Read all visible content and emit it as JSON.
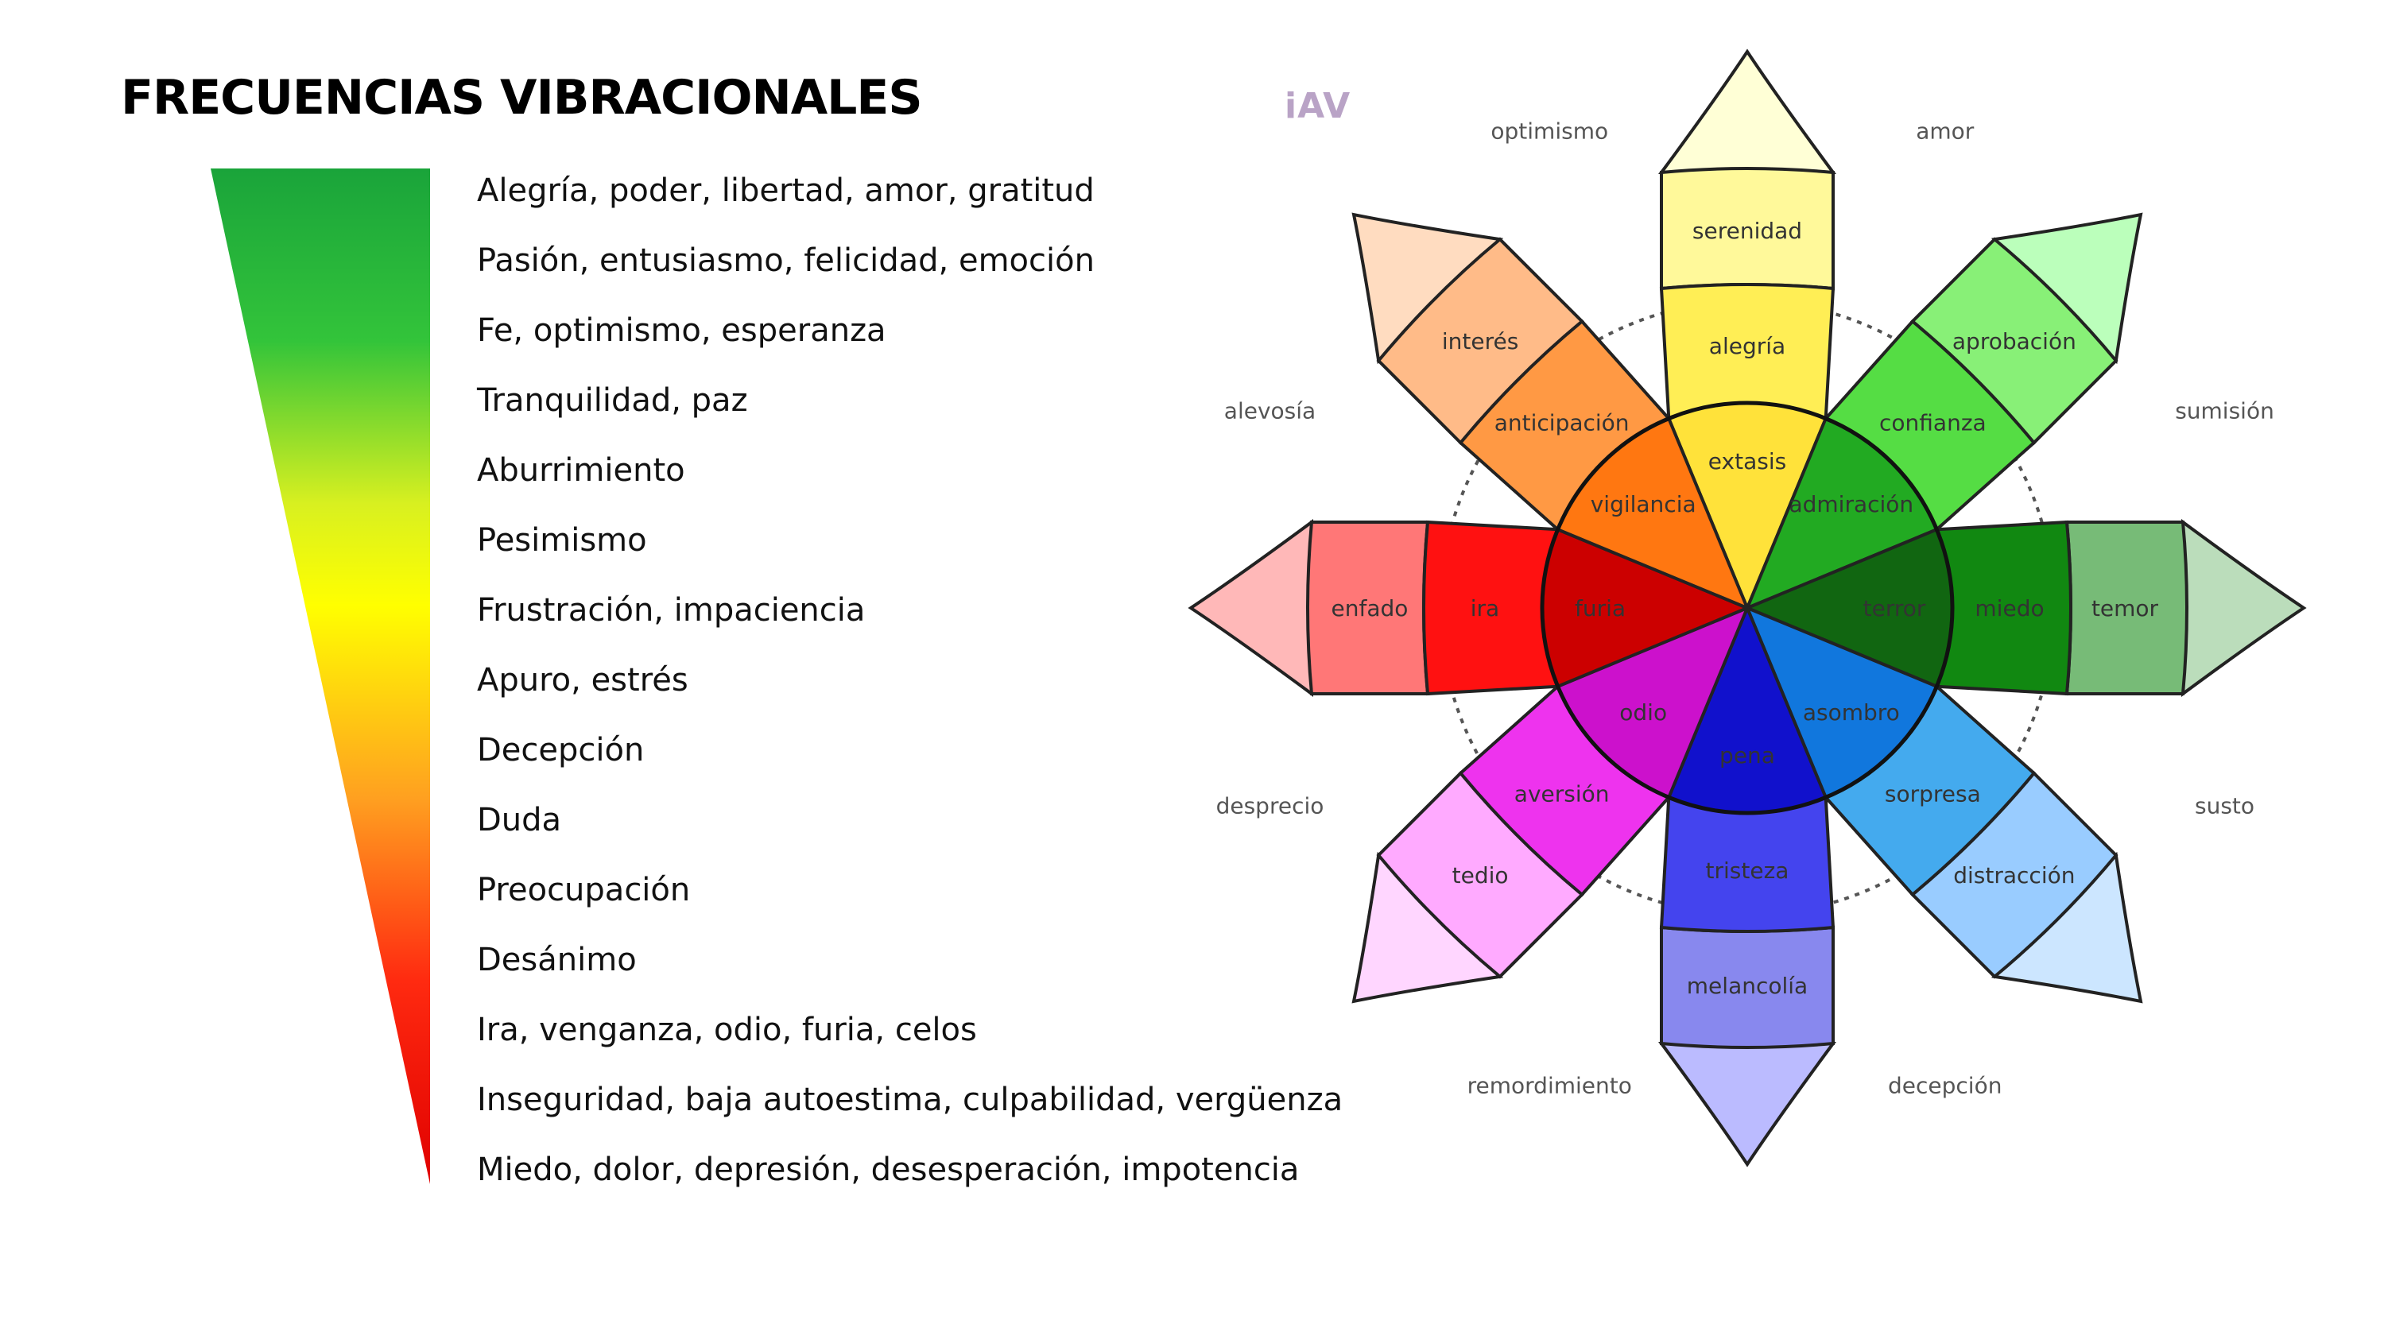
{
  "title": "FRECUENCIAS VIBRACIONALES",
  "logo_text": "iAV",
  "frequency_list": [
    "Alegría, poder, libertad, amor, gratitud",
    "Pasión, entusiasmo, felicidad, emoción",
    "Fe, optimismo, esperanza",
    "Tranquilidad, paz",
    "Aburrimiento",
    "Pesimismo",
    "Frustración, impaciencia",
    "Apuro, estrés",
    "Decepción",
    "Duda",
    "Preocupación",
    "Desánimo",
    "Ira, venganza, odio, furia, celos",
    "Inseguridad, baja autoestima, culpabilidad, vergüenza",
    "Miedo, dolor, depresión, desesperación, impotencia"
  ],
  "scale_colors": [
    "#1aa43a",
    "#33c43a",
    "#d8f020",
    "#ffff00",
    "#ffa020",
    "#ff2a10",
    "#e00000"
  ],
  "wheel": {
    "petals": [
      {
        "key": "joy",
        "colors": [
          "#ffe23a",
          "#ffee55",
          "#fff99a",
          "#ffffd6"
        ],
        "labels": [
          "extasis",
          "alegría",
          "serenidad"
        ]
      },
      {
        "key": "trust",
        "colors": [
          "#22aa22",
          "#55dd44",
          "#88f077",
          "#bbffbb"
        ],
        "labels": [
          "admiración",
          "confianza",
          "aprobación"
        ]
      },
      {
        "key": "fear",
        "colors": [
          "#116611",
          "#118811",
          "#77bb77",
          "#bbddbb"
        ],
        "labels": [
          "terror",
          "miedo",
          "temor"
        ]
      },
      {
        "key": "surprise",
        "colors": [
          "#1177dd",
          "#44aaee",
          "#99ccff",
          "#cce6ff"
        ],
        "labels": [
          "asombro",
          "sorpresa",
          "distracción"
        ]
      },
      {
        "key": "sadness",
        "colors": [
          "#1111cc",
          "#4444ee",
          "#8888ee",
          "#bbbbff"
        ],
        "labels": [
          "pena",
          "tristeza",
          "melancolía"
        ]
      },
      {
        "key": "disgust",
        "colors": [
          "#cc11cc",
          "#ee33ee",
          "#ffaaff",
          "#ffd6ff"
        ],
        "labels": [
          "odio",
          "aversión",
          "tedio"
        ]
      },
      {
        "key": "anger",
        "colors": [
          "#cc0000",
          "#ff1111",
          "#ff7777",
          "#ffb8b8"
        ],
        "labels": [
          "furia",
          "ira",
          "enfado"
        ]
      },
      {
        "key": "anticipation",
        "colors": [
          "#ff7711",
          "#ff9944",
          "#ffbb88",
          "#ffdcc0"
        ],
        "labels": [
          "vigilancia",
          "anticipación",
          "interés"
        ]
      }
    ],
    "dyads": [
      "amor",
      "sumisión",
      "susto",
      "decepción",
      "remordimiento",
      "desprecio",
      "alevosía",
      "optimismo"
    ]
  }
}
